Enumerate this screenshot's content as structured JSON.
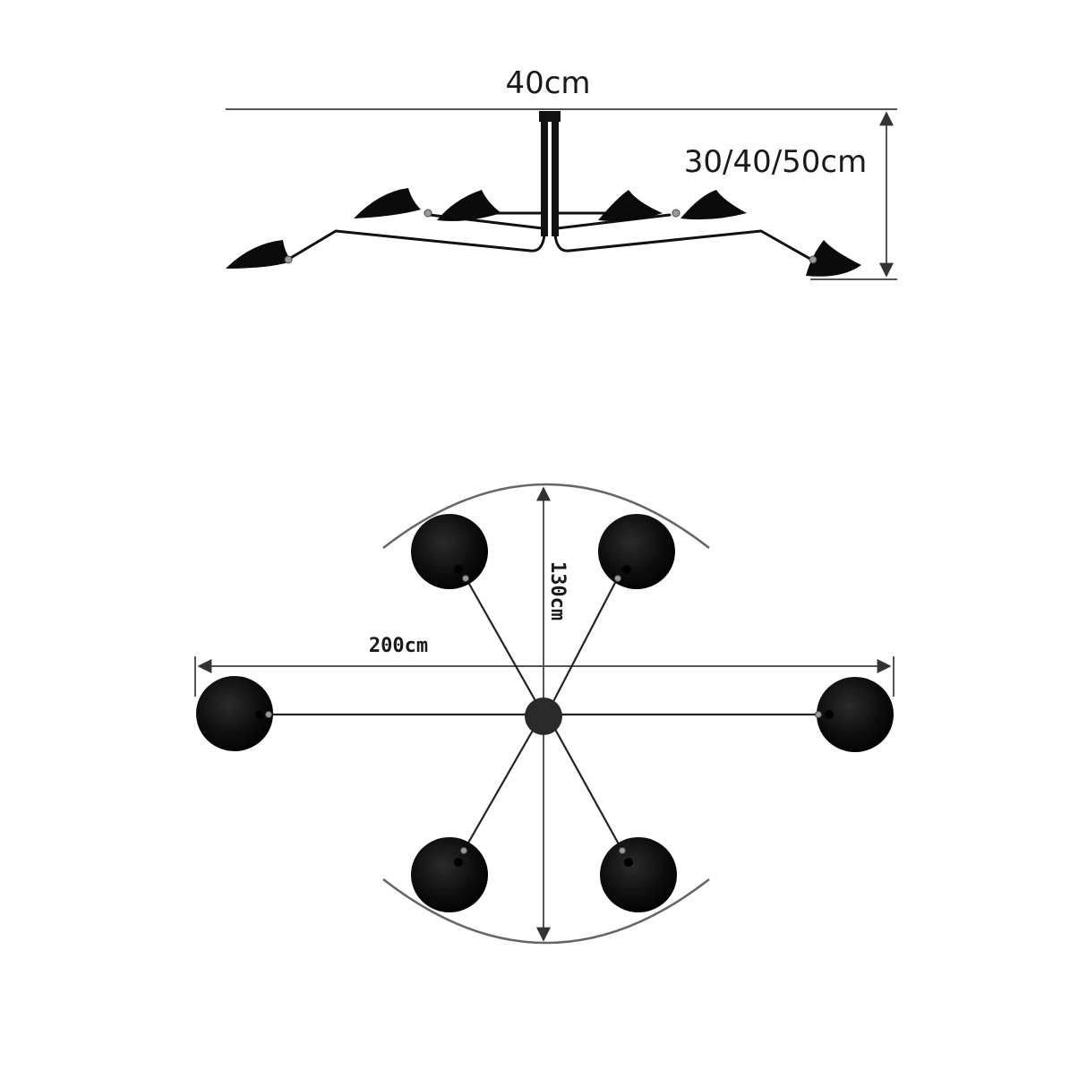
{
  "side_view": {
    "width_label": "40cm",
    "height_label": "30/40/50cm"
  },
  "top_view": {
    "span_label": "200cm",
    "depth_label": "130cm"
  },
  "colors": {
    "lamp": "#0b0b0b",
    "dimension_line": "#555555",
    "background": "#ffffff"
  }
}
